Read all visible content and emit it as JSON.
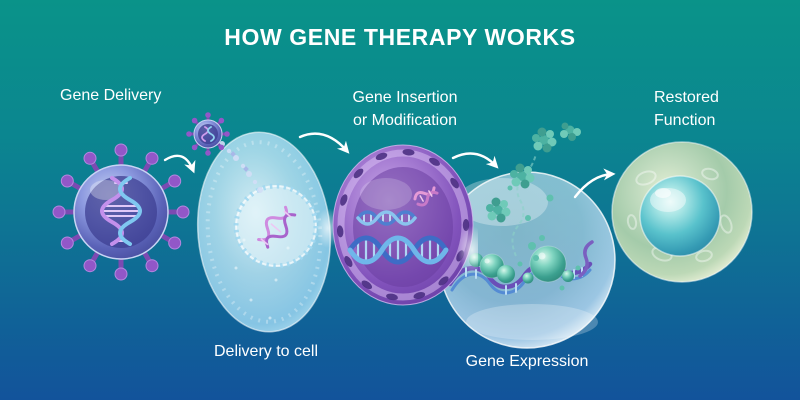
{
  "title": "HOW GENE THERAPY WORKS",
  "stages": [
    {
      "id": "gene-delivery",
      "label": "Gene Delivery"
    },
    {
      "id": "delivery-to-cell",
      "label": "Delivery to cell"
    },
    {
      "id": "gene-insertion-or-modification",
      "label": "Gene Insertion\nor Modification"
    },
    {
      "id": "gene-expression",
      "label": "Gene Expression"
    },
    {
      "id": "restored-function",
      "label": "Restored\nFunction"
    }
  ],
  "colors": {
    "background_top": "#0A9389",
    "background_bottom": "#12539B",
    "text": "#FFFFFF",
    "virus_purple": "#7B4AB2",
    "virus_body_blue": "#5B63B8",
    "cell_translucent_blue": "#BFE2F2",
    "nucleus_purple": "#9A6FCC",
    "nuclear_pore_purple": "#462A7E",
    "dna_blue": "#3E6CC6",
    "dna_light_blue": "#6FB6EA",
    "dna_pink": "#E59AD6",
    "expression_teal": "#4DB2A2",
    "restored_green": "#A4CBAA",
    "restored_nucleus_teal": "#59C2CC",
    "arrow": "#FFFFFF"
  }
}
